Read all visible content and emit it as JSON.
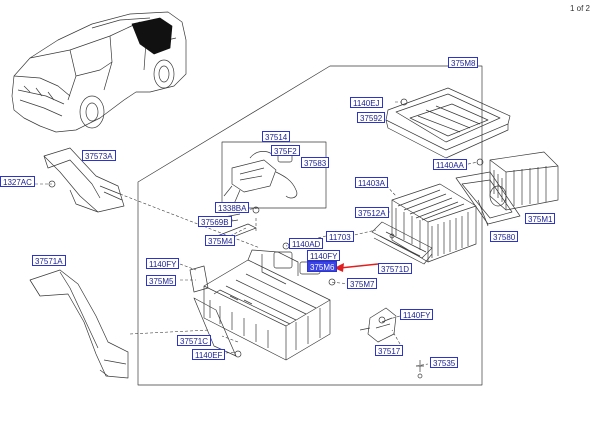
{
  "page_indicator": "1 of 2",
  "colors": {
    "label_border": "#2c34c9",
    "label_text": "#1a1f8f",
    "highlight": "#3a44e6",
    "arrow": "#e02020"
  },
  "callouts": {
    "c375m8": "375M8",
    "c1140ej": "1140EJ",
    "c37592": "37592",
    "c37514": "37514",
    "c375f2": "375F2",
    "c37583": "37583",
    "c1140aa": "1140AA",
    "c37573a": "37573A",
    "c1327ac": "1327AC",
    "c11403a": "11403A",
    "c1338ba": "1338BA",
    "c37512a": "37512A",
    "c37569b": "37569B",
    "c375m1": "375M1",
    "c375m4": "375M4",
    "c1140ad": "1140AD",
    "c11703": "11703",
    "c37580": "37580",
    "c1140fy_a": "1140FY",
    "c37571a": "37571A",
    "c1140fy_b": "1140FY",
    "c375m6": "375M6",
    "c37571d": "37571D",
    "c375m5": "375M5",
    "c375m7": "375M7",
    "c1140fy_c": "1140FY",
    "c37571c": "37571C",
    "c37517": "37517",
    "c1140ef": "1140EF",
    "c37535": "37535"
  }
}
